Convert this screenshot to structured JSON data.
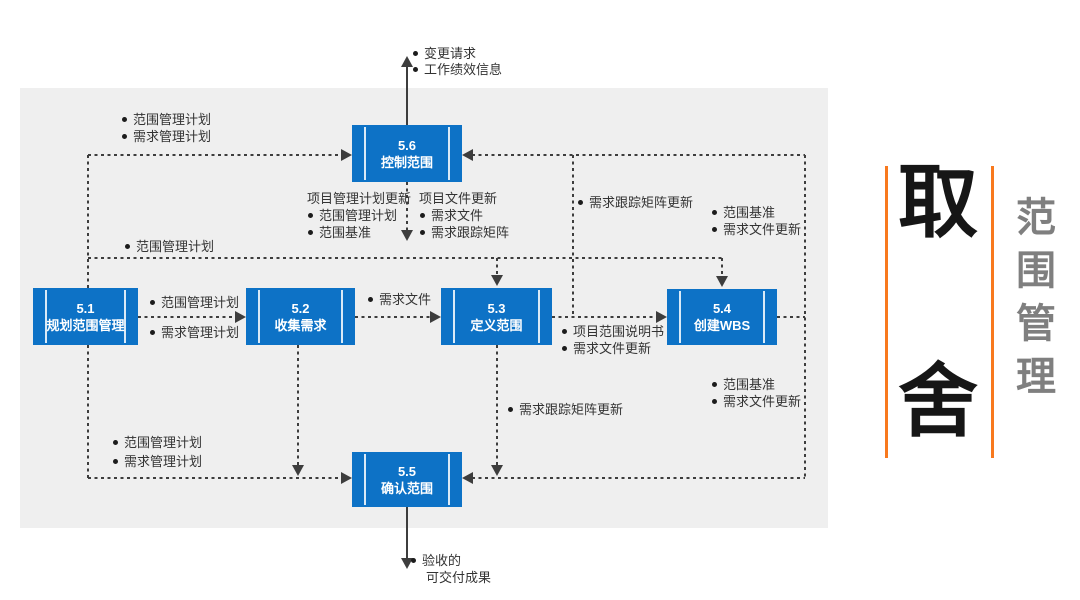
{
  "diagram": {
    "processes": {
      "p51": {
        "id": "5.1",
        "name": "规划范围管理"
      },
      "p52": {
        "id": "5.2",
        "name": "收集需求"
      },
      "p53": {
        "id": "5.3",
        "name": "定义范围"
      },
      "p54": {
        "id": "5.4",
        "name": "创建WBS"
      },
      "p55": {
        "id": "5.5",
        "name": "确认范围"
      },
      "p56": {
        "id": "5.6",
        "name": "控制范围"
      }
    },
    "labels": {
      "control_outputs_top": [
        "变更请求",
        "工作绩效信息"
      ],
      "plan_to_control": [
        "范围管理计划",
        "需求管理计划"
      ],
      "pm_plan_updates_header": "项目管理计划更新",
      "pm_plan_updates": [
        "范围管理计划",
        "范围基准"
      ],
      "proj_doc_updates_header": "项目文件更新",
      "proj_doc_updates": [
        "需求文件",
        "需求跟踪矩阵"
      ],
      "matrix_update_to_control": "需求跟踪矩阵更新",
      "wbs_to_control": [
        "范围基准",
        "需求文件更新"
      ],
      "scope_plan_feed": "范围管理计划",
      "plan_outputs": [
        "范围管理计划",
        "需求管理计划"
      ],
      "collect_output": "需求文件",
      "define_outputs": [
        "项目范围说明书",
        "需求文件更新"
      ],
      "wbs_outputs_down": [
        "范围基准",
        "需求文件更新"
      ],
      "define_down_output": "需求跟踪矩阵更新",
      "plan_to_validate": [
        "范围管理计划",
        "需求管理计划"
      ],
      "validate_outputs": [
        "验收的",
        "可交付成果"
      ]
    }
  },
  "side_panel": {
    "headline_chars": [
      "取",
      "舍"
    ],
    "vertical_title_chars": [
      "范",
      "围",
      "管",
      "理"
    ]
  },
  "colors": {
    "process_blue": "#0d72c6",
    "accent_orange": "#f8791e",
    "panel_gray": "#efefef",
    "line_dark": "#3d3d3d",
    "headline_black": "#161616",
    "title_gray": "#7f7f7f"
  }
}
